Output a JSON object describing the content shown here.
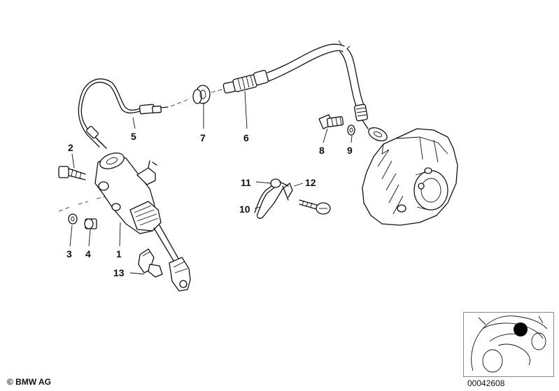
{
  "callouts": {
    "c1": "1",
    "c2": "2",
    "c3": "3",
    "c4": "4",
    "c5": "5",
    "c6": "6",
    "c7": "7",
    "c8": "8",
    "c9": "9",
    "c10": "10",
    "c11": "11",
    "c12": "12",
    "c13": "13"
  },
  "footer": {
    "copyright": "© BMW AG",
    "image_number": "00042608"
  },
  "colors": {
    "line": "#111111",
    "shade": "#6e6e6e",
    "highlight_dot": "#000000"
  }
}
